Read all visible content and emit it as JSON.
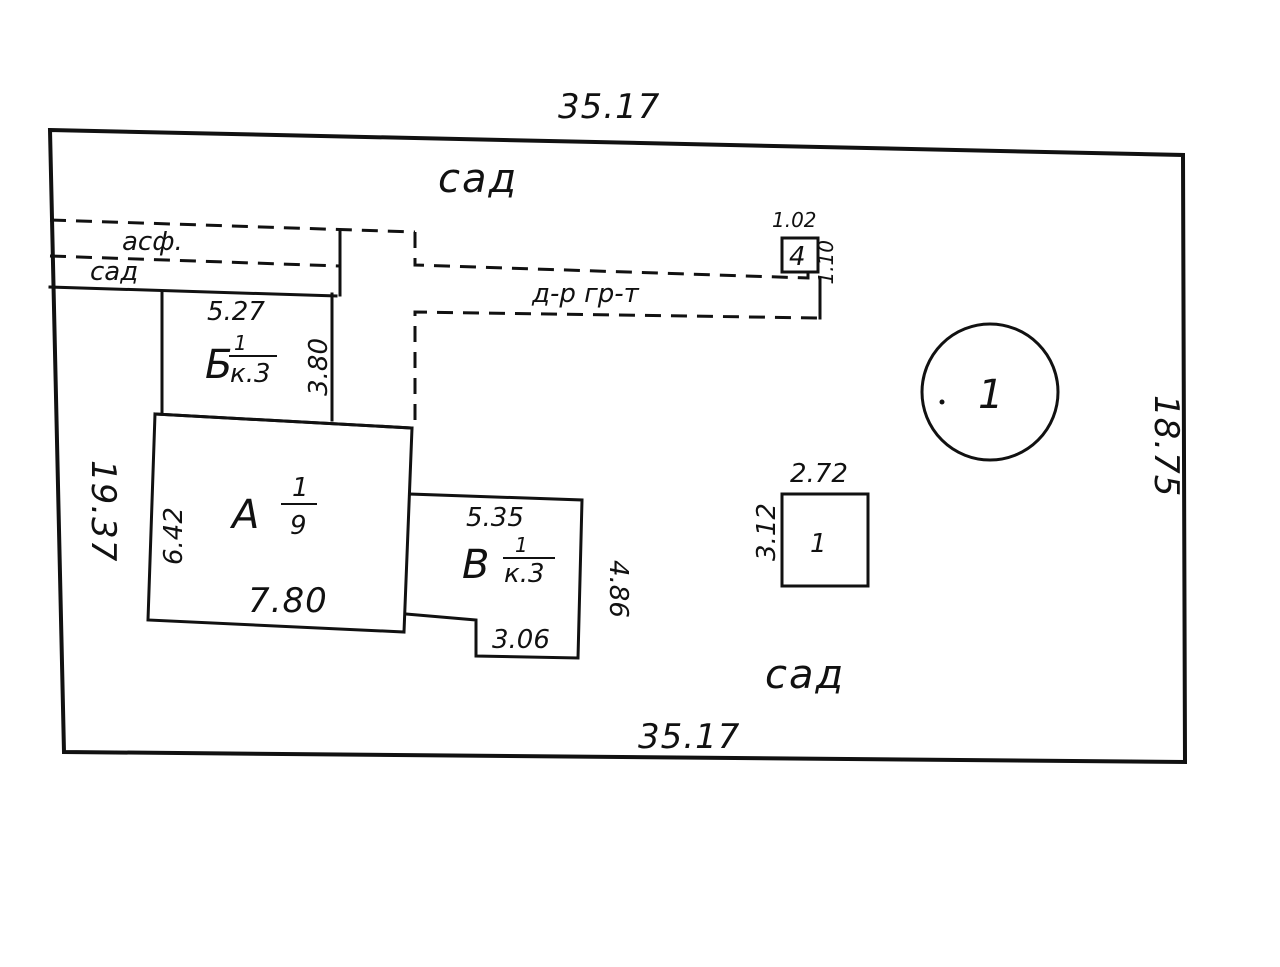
{
  "plot": {
    "top_length": "35.17",
    "bottom_length": "35.17",
    "left_length": "19.37",
    "right_length": "18.75"
  },
  "labels": {
    "garden_top": "сад",
    "garden_bottom": "сад",
    "asphalt": "асф.",
    "garden_strip": "сад",
    "gravel_road": "д-р гр-т"
  },
  "building_b": {
    "width": "5.27",
    "depth": "3.80",
    "letter": "Б",
    "floors": "1",
    "material": "к.3"
  },
  "building_a": {
    "side": "6.42",
    "width": "7.80",
    "letter": "А",
    "floors": "1",
    "material": "9"
  },
  "building_v": {
    "width": "5.35",
    "depth": "4.86",
    "step": "3.06",
    "letter": "В",
    "floors": "1",
    "material": "к.3"
  },
  "structure_4": {
    "width": "1.02",
    "depth": "1.10",
    "number": "4"
  },
  "structure_1_square": {
    "width": "2.72",
    "depth": "3.12",
    "number": "1"
  },
  "structure_1_circle": {
    "number": "1"
  }
}
